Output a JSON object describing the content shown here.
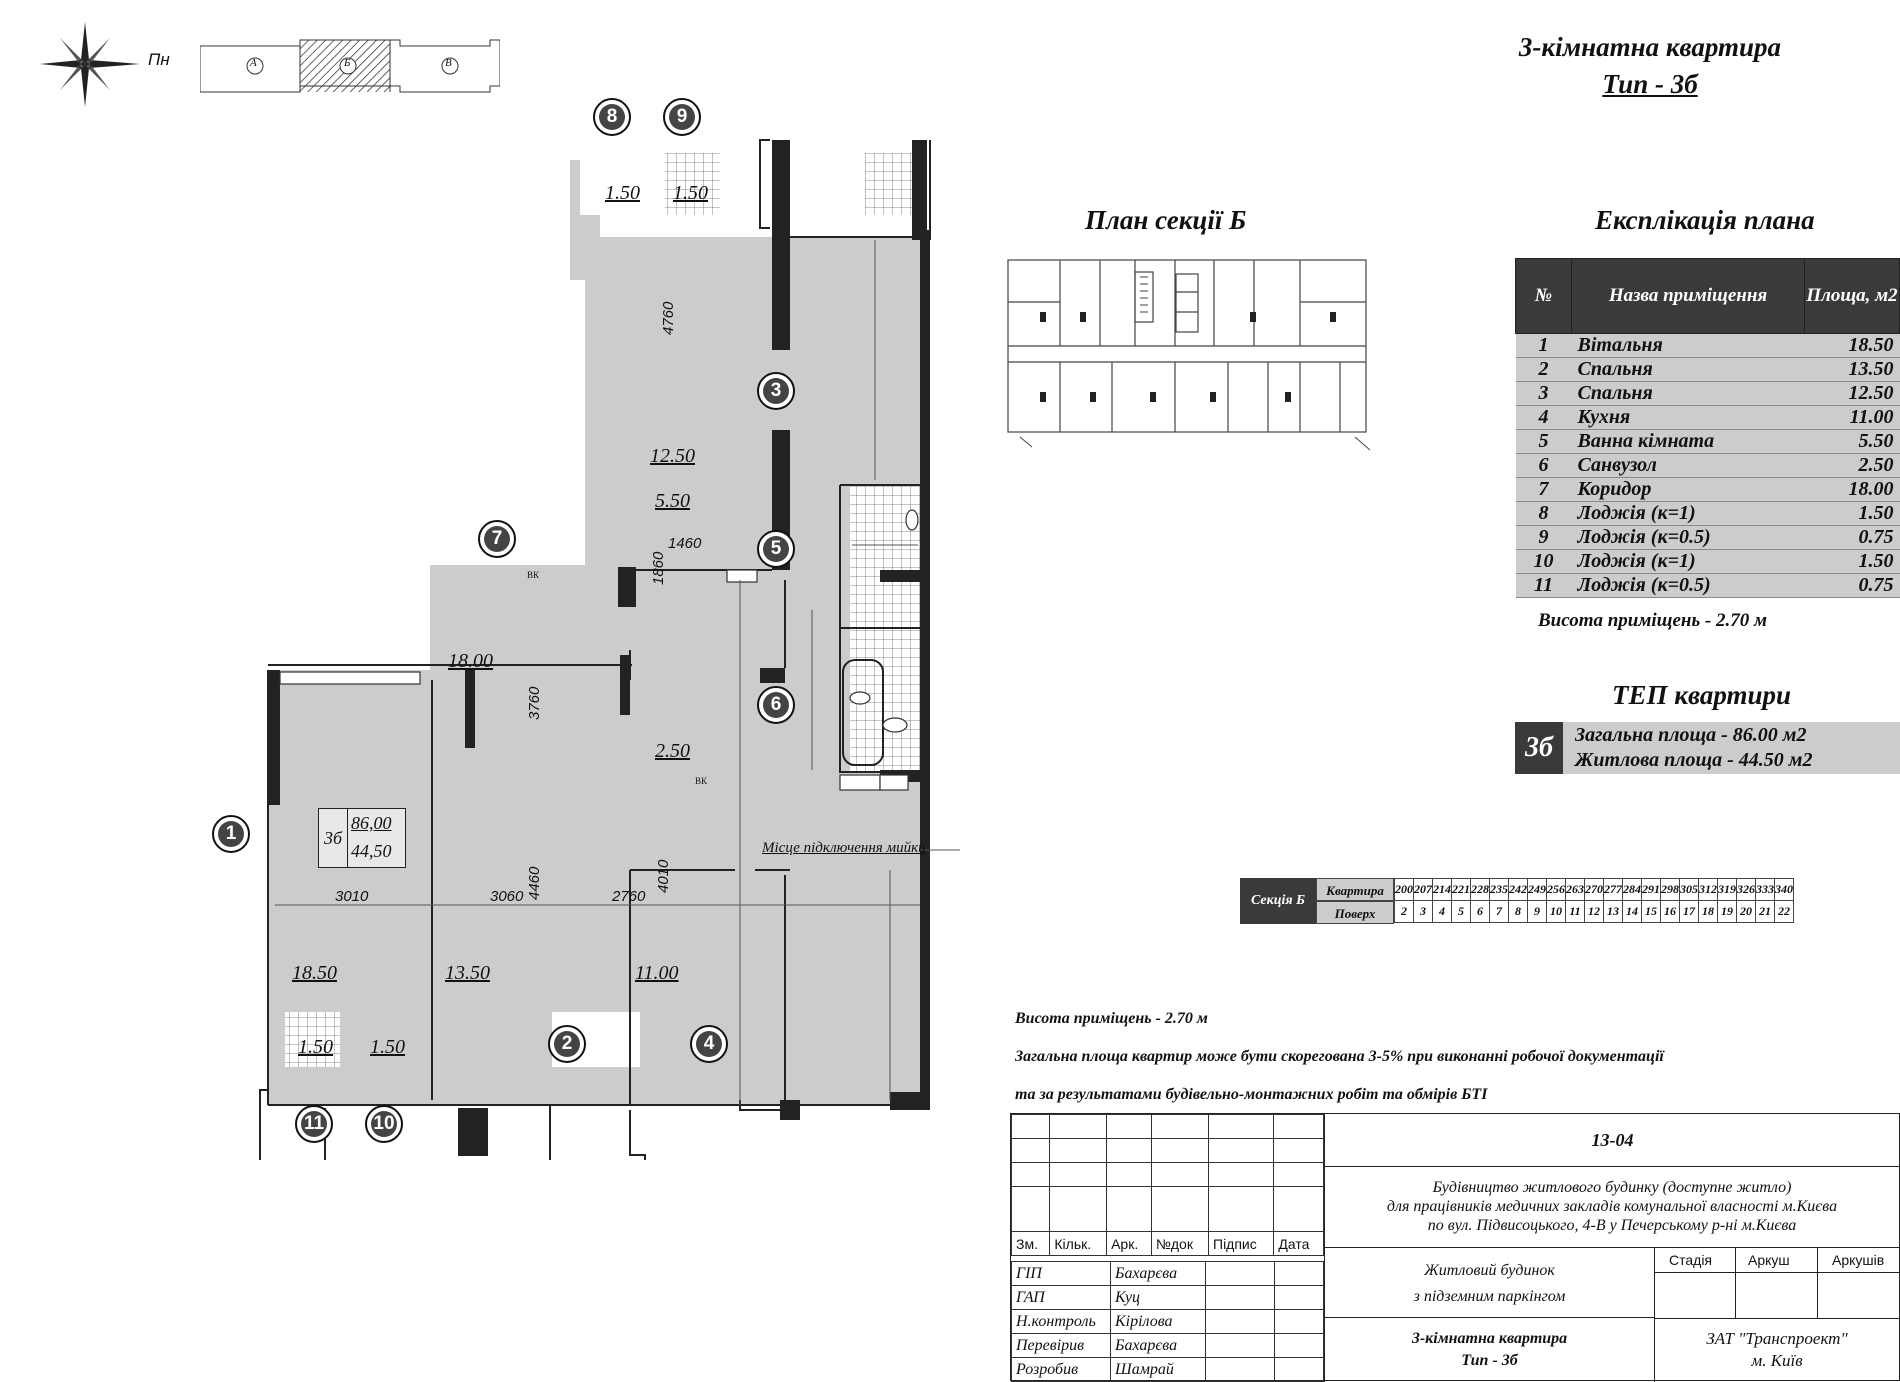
{
  "header": {
    "title_line1": "3-кімнатна квартира",
    "title_line2": "Тип - 3б",
    "compass_label": "Пн",
    "sections": [
      "А",
      "Б",
      "В"
    ]
  },
  "section_plan": {
    "title": "План секції Б"
  },
  "explication": {
    "title": "Експлікація плана",
    "headers": [
      "№",
      "Назва приміщення",
      "Площа, м2"
    ],
    "rows": [
      [
        "1",
        "Вітальня",
        "18.50"
      ],
      [
        "2",
        "Спальня",
        "13.50"
      ],
      [
        "3",
        "Спальня",
        "12.50"
      ],
      [
        "4",
        "Кухня",
        "11.00"
      ],
      [
        "5",
        "Ванна кімната",
        "5.50"
      ],
      [
        "6",
        "Санвузол",
        "2.50"
      ],
      [
        "7",
        "Коридор",
        "18.00"
      ],
      [
        "8",
        "Лоджія (к=1)",
        "1.50"
      ],
      [
        "9",
        "Лоджія (к=0.5)",
        "0.75"
      ],
      [
        "10",
        "Лоджія (к=1)",
        "1.50"
      ],
      [
        "11",
        "Лоджія (к=0.5)",
        "0.75"
      ]
    ],
    "height_note": "Висота приміщень - 2.70 м"
  },
  "tep": {
    "title": "ТЕП квартири",
    "type": "3б",
    "total": "Загальна площа - 86.00 м2",
    "living": "Житлова площа - 44.50 м2"
  },
  "sections_table": {
    "label": "Секція Б",
    "row1_label": "Квартира",
    "row2_label": "Поверх",
    "apartments": [
      "200",
      "207",
      "214",
      "221",
      "228",
      "235",
      "242",
      "249",
      "256",
      "263",
      "270",
      "277",
      "284",
      "291",
      "298",
      "305",
      "312",
      "319",
      "326",
      "333",
      "340"
    ],
    "floors": [
      "2",
      "3",
      "4",
      "5",
      "6",
      "7",
      "8",
      "9",
      "10",
      "11",
      "12",
      "13",
      "14",
      "15",
      "16",
      "17",
      "18",
      "19",
      "20",
      "21",
      "22"
    ]
  },
  "plan": {
    "rooms": {
      "r1": "18.50",
      "r2": "13.50",
      "r3": "12.50",
      "r4": "11.00",
      "r5": "5.50",
      "r6": "2.50",
      "r7": "18.00",
      "r8": "1.50",
      "r9": "1.50",
      "r10": "1.50",
      "r11": "1.50"
    },
    "dims": {
      "d4760": "4760",
      "d1460": "1460",
      "d1860": "1860",
      "d3760": "3760",
      "d4460": "4460",
      "d4010": "4010",
      "d3010": "3010",
      "d3060": "3060",
      "d2760": "2760"
    },
    "stamp_type": "3б",
    "stamp_total": "86,00",
    "stamp_living": "44,50",
    "bk": "ВК",
    "sink_note": "Місце підключення мийки",
    "callouts": [
      "1",
      "2",
      "3",
      "4",
      "5",
      "6",
      "7",
      "8",
      "9",
      "10",
      "11"
    ]
  },
  "notes": {
    "line1": "Висота приміщень - 2.70 м",
    "line2": "Загальна площа квартир може бути скорегована 3-5% при виконанні робочої документації",
    "line3": "та за результатами будівельно-монтажних робіт та обмірів БТІ"
  },
  "title_block": {
    "code": "13-04",
    "project_line1": "Будівництво житлового будинку (доступне житло)",
    "project_line2": "для працівників медичних закладів комунальної власності  м.Києва",
    "project_line3": "по вул. Підвисоцького, 4-В  у Печерському р-ні  м.Києва",
    "building_line1": "Житловий будинок",
    "building_line2": "з підземним паркінгом",
    "sheet_title1": "3-кімнатна квартира",
    "sheet_title2": "Тип - 3б",
    "company1": "ЗАТ \"Транспроект\"",
    "company2": "м. Київ",
    "col_headers": [
      "Зм.",
      "Кільк.",
      "Арк.",
      "№док",
      "Підпис",
      "Дата"
    ],
    "stage_headers": [
      "Стадія",
      "Аркуш",
      "Аркушів"
    ],
    "signers": [
      [
        "ГІП",
        "Бахарєва"
      ],
      [
        "ГАП",
        "Куц"
      ],
      [
        "Н.контроль",
        "Кірілова"
      ],
      [
        "Перевірив",
        "Бахарєва"
      ],
      [
        "Розробив",
        "Шамрай"
      ]
    ]
  }
}
